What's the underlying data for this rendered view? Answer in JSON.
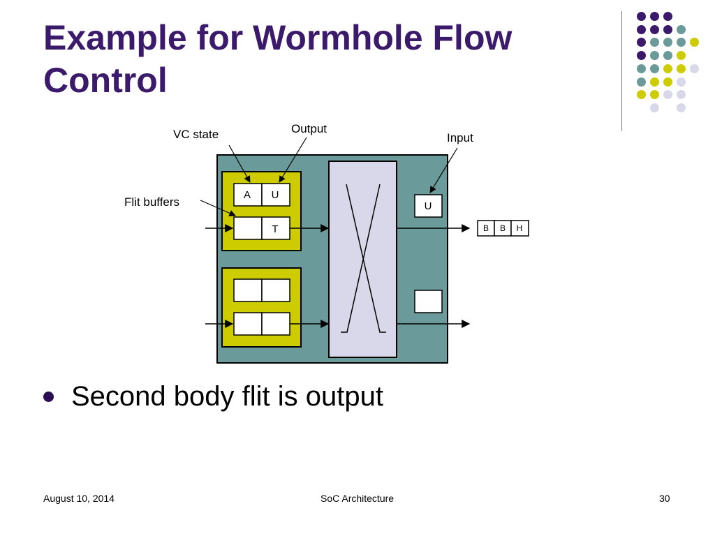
{
  "slide": {
    "title_line1": "Example for Wormhole Flow",
    "title_line2": "Control",
    "bullet": "Second body flit is output"
  },
  "footer": {
    "date": "August 10, 2014",
    "center": "SoC Architecture",
    "page": "30"
  },
  "diagram": {
    "labels": {
      "vc_state": "VC state",
      "output": "Output",
      "input": "Input",
      "flit_buffers": "Flit buffers"
    },
    "vc_state_cells": [
      "A",
      "U"
    ],
    "flit_buffer_content": "T",
    "output_vc_state": "U",
    "output_flits": [
      "B",
      "B",
      "H"
    ]
  },
  "colors": {
    "title": "#3b1a6b",
    "router_body": "#6a9a9a",
    "input_unit": "#cccc00",
    "crossbar": "#d8d8ea",
    "dots": [
      "#3b1a6b",
      "#6a9a9a",
      "#cccc00",
      "#d8d8ea"
    ]
  }
}
